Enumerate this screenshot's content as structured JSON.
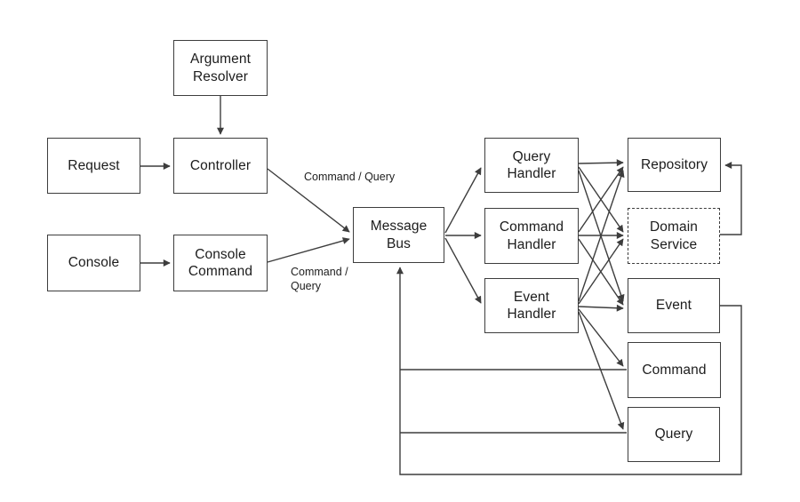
{
  "diagram": {
    "background": "#ffffff",
    "colors": {
      "line": "#3d3d3d",
      "box_border": "#3d3d3d",
      "text": "#1c1c1c"
    },
    "nodes": {
      "argument_resolver": {
        "label": "Argument\nResolver"
      },
      "request": {
        "label": "Request"
      },
      "controller": {
        "label": "Controller"
      },
      "console": {
        "label": "Console"
      },
      "console_command": {
        "label": "Console\nCommand"
      },
      "message_bus": {
        "label": "Message\nBus"
      },
      "query_handler": {
        "label": "Query\nHandler"
      },
      "command_handler": {
        "label": "Command\nHandler"
      },
      "event_handler": {
        "label": "Event\nHandler"
      },
      "repository": {
        "label": "Repository"
      },
      "domain_service": {
        "label": "Domain\nService",
        "border_style": "dashed"
      },
      "event": {
        "label": "Event"
      },
      "command": {
        "label": "Command"
      },
      "query": {
        "label": "Query"
      }
    },
    "edge_labels": {
      "controller_to_message_bus": "Command / Query",
      "console_command_to_message_bus": "Command /\nQuery"
    },
    "edges": [
      {
        "from": "argument_resolver",
        "to": "controller"
      },
      {
        "from": "request",
        "to": "controller"
      },
      {
        "from": "controller",
        "to": "message_bus",
        "label": "Command / Query"
      },
      {
        "from": "console",
        "to": "console_command"
      },
      {
        "from": "console_command",
        "to": "message_bus",
        "label": "Command / Query"
      },
      {
        "from": "message_bus",
        "to": "query_handler"
      },
      {
        "from": "message_bus",
        "to": "command_handler"
      },
      {
        "from": "message_bus",
        "to": "event_handler"
      },
      {
        "from": "query_handler",
        "to": "repository"
      },
      {
        "from": "query_handler",
        "to": "domain_service"
      },
      {
        "from": "query_handler",
        "to": "event"
      },
      {
        "from": "command_handler",
        "to": "repository"
      },
      {
        "from": "command_handler",
        "to": "domain_service"
      },
      {
        "from": "command_handler",
        "to": "event"
      },
      {
        "from": "event_handler",
        "to": "repository"
      },
      {
        "from": "event_handler",
        "to": "domain_service"
      },
      {
        "from": "event_handler",
        "to": "event"
      },
      {
        "from": "event_handler",
        "to": "command"
      },
      {
        "from": "event_handler",
        "to": "query"
      },
      {
        "from": "domain_service",
        "to": "repository"
      },
      {
        "from": "event",
        "to": "message_bus"
      },
      {
        "from": "command",
        "to": "message_bus"
      },
      {
        "from": "query",
        "to": "message_bus"
      }
    ]
  }
}
